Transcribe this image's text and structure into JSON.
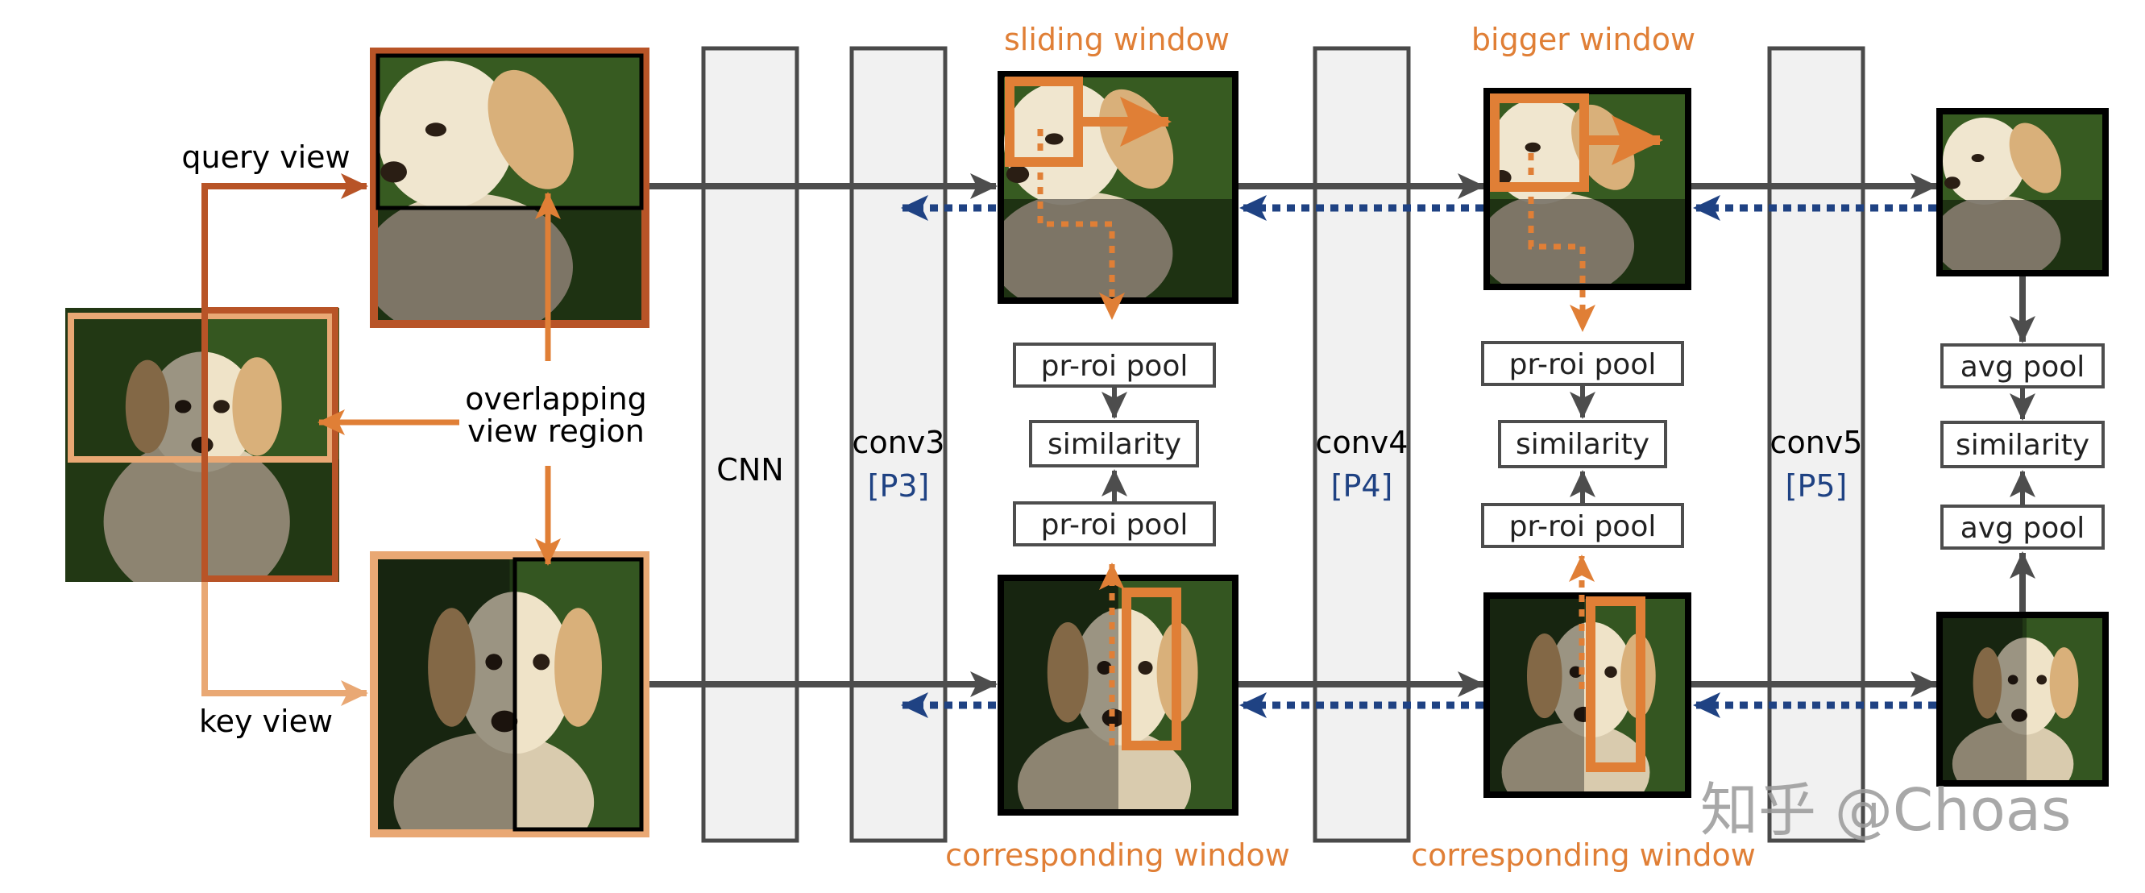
{
  "title_labels": {
    "sliding_window": "sliding window",
    "bigger_window": "bigger window",
    "corresponding_window_1": "corresponding window",
    "corresponding_window_2": "corresponding window"
  },
  "views": {
    "query_view": "query view",
    "key_view": "key view",
    "overlap_line1": "overlapping",
    "overlap_line2": "view region"
  },
  "columns": [
    {
      "name": "CNN",
      "tag": ""
    },
    {
      "name": "conv3",
      "tag": "[P3]"
    },
    {
      "name": "conv4",
      "tag": "[P4]"
    },
    {
      "name": "conv5",
      "tag": "[P5]"
    }
  ],
  "stages": [
    {
      "top_box": "pr-roi pool",
      "mid_box": "similarity",
      "bottom_box": "pr-roi pool"
    },
    {
      "top_box": "pr-roi pool",
      "mid_box": "similarity",
      "bottom_box": "pr-roi pool"
    },
    {
      "top_box": "avg pool",
      "mid_box": "similarity",
      "bottom_box": "avg pool"
    }
  ],
  "watermark": "知乎 @Choas",
  "colors": {
    "orange": "#E07F36",
    "query_brown": "#B85427",
    "key_peach": "#E9A874",
    "navy_dotted": "#1F4283",
    "gray_arrow": "#4D4D4D",
    "column_fill": "#F1F1F1",
    "column_stroke": "#4A4A4A",
    "grass": "#2E4A1C",
    "dog": "#E9DCC0"
  }
}
